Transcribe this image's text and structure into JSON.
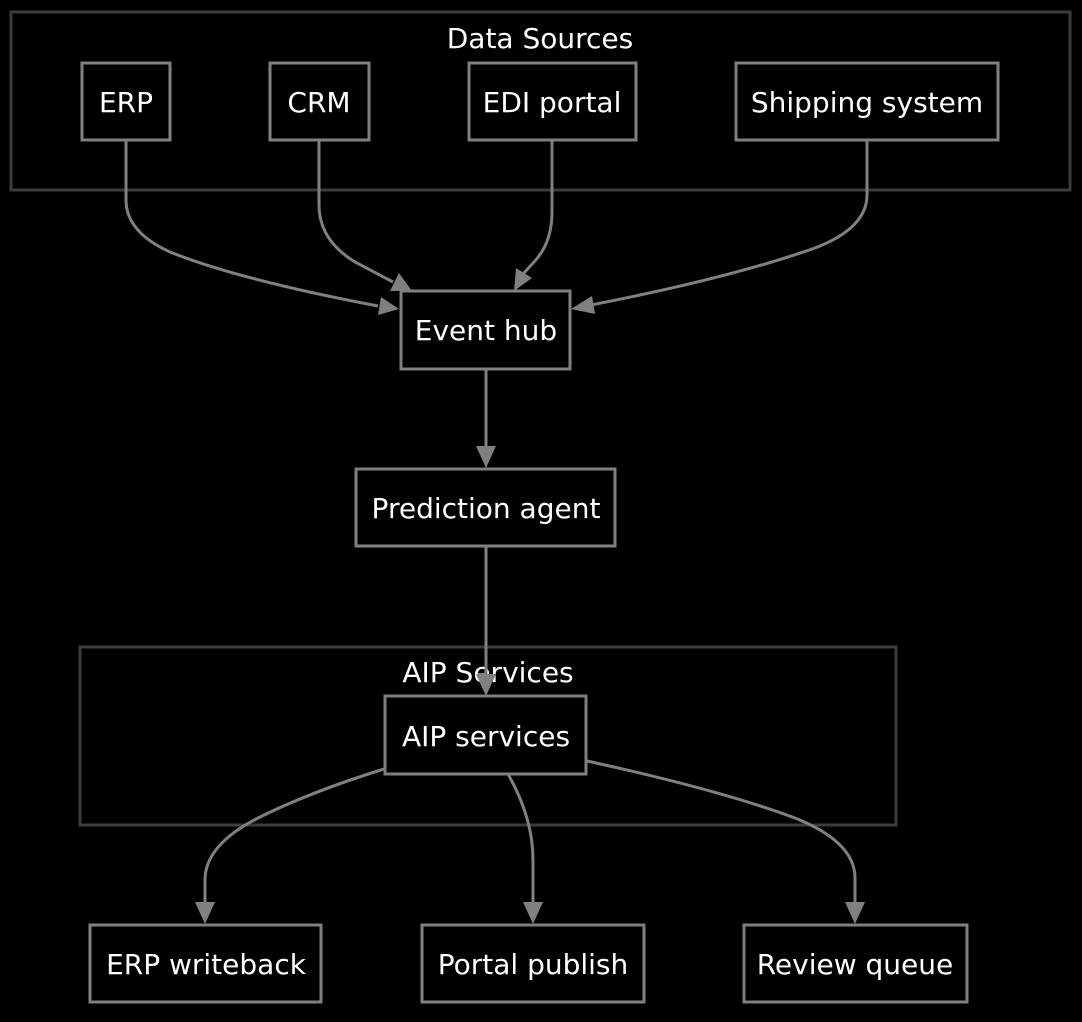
{
  "clusters": {
    "data_sources": {
      "label": "Data Sources"
    },
    "aip_services": {
      "label": "AIP Services"
    }
  },
  "nodes": {
    "erp": {
      "label": "ERP"
    },
    "crm": {
      "label": "CRM"
    },
    "edi_portal": {
      "label": "EDI portal"
    },
    "shipping_system": {
      "label": "Shipping system"
    },
    "event_hub": {
      "label": "Event hub"
    },
    "prediction_agent": {
      "label": "Prediction agent"
    },
    "aip_services": {
      "label": "AIP services"
    },
    "erp_writeback": {
      "label": "ERP writeback"
    },
    "portal_publish": {
      "label": "Portal publish"
    },
    "review_queue": {
      "label": "Review queue"
    }
  },
  "edges": [
    {
      "from": "ERP",
      "to": "Event hub"
    },
    {
      "from": "CRM",
      "to": "Event hub"
    },
    {
      "from": "EDI portal",
      "to": "Event hub"
    },
    {
      "from": "Shipping system",
      "to": "Event hub"
    },
    {
      "from": "Event hub",
      "to": "Prediction agent"
    },
    {
      "from": "Prediction agent",
      "to": "AIP services"
    },
    {
      "from": "AIP services",
      "to": "ERP writeback"
    },
    {
      "from": "AIP services",
      "to": "Portal publish"
    },
    {
      "from": "AIP services",
      "to": "Review queue"
    }
  ],
  "colors": {
    "background": "#000000",
    "node_border": "#808080",
    "cluster_border": "#3c3c3c",
    "edge": "#808080",
    "text": "#ffffff"
  }
}
